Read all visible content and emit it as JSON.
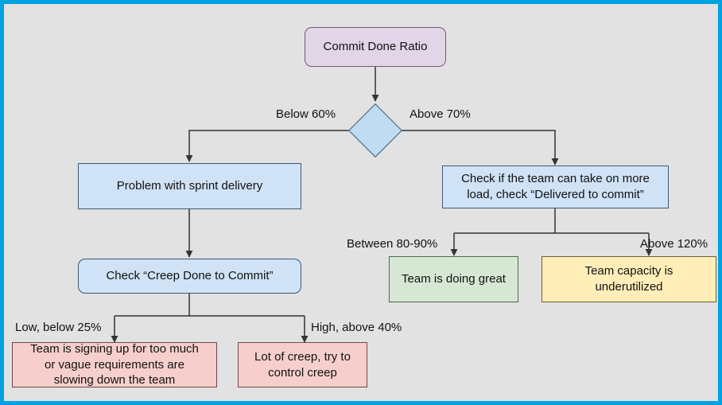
{
  "diagram": {
    "title": "Commit Done Ratio decision flowchart",
    "background_color": "#e2e2e2",
    "frame_color": "#00a2e1",
    "edge_color": "#333333"
  },
  "nodes": {
    "root": {
      "label": "Commit Done Ratio",
      "shape": "rounded-rectangle",
      "fill": "#e1d5e7",
      "stroke": "#6b5b77"
    },
    "decision": {
      "label": "",
      "shape": "diamond",
      "fill": "#bfdcf2",
      "stroke": "#3d5a74"
    },
    "problem_sprint": {
      "label": "Problem with sprint delivery",
      "shape": "rectangle",
      "fill": "#cfe2f6",
      "stroke": "#3d5a74"
    },
    "check_creep": {
      "label": "Check “Creep Done to Commit”",
      "shape": "rounded-rectangle",
      "fill": "#cfe2f6",
      "stroke": "#3d5a74"
    },
    "signing_up": {
      "label": "Team is signing up for too much\nor vague requirements are\nslowing down the team",
      "shape": "rectangle",
      "fill": "#f6cfcd",
      "stroke": "#70484a"
    },
    "lot_of_creep": {
      "label": "Lot of creep, try to\ncontrol creep",
      "shape": "rectangle",
      "fill": "#f6cfcd",
      "stroke": "#70484a"
    },
    "check_more_load": {
      "label": "Check if the team can take on more\nload, check “Delivered to commit”",
      "shape": "rectangle",
      "fill": "#cfe2f6",
      "stroke": "#3d5a74"
    },
    "doing_great": {
      "label": "Team is doing great",
      "shape": "rectangle",
      "fill": "#d6e8d4",
      "stroke": "#4c6b49"
    },
    "underutilized": {
      "label": "Team capacity is\nunderutilized",
      "shape": "rectangle",
      "fill": "#ffeeb8",
      "stroke": "#6d6030"
    }
  },
  "edge_labels": {
    "below_60": "Below 60%",
    "above_70": "Above 70%",
    "low_below_25": "Low, below 25%",
    "high_above_40": "High, above 40%",
    "between_80_90": "Between 80-90%",
    "above_120": "Above 120%"
  }
}
